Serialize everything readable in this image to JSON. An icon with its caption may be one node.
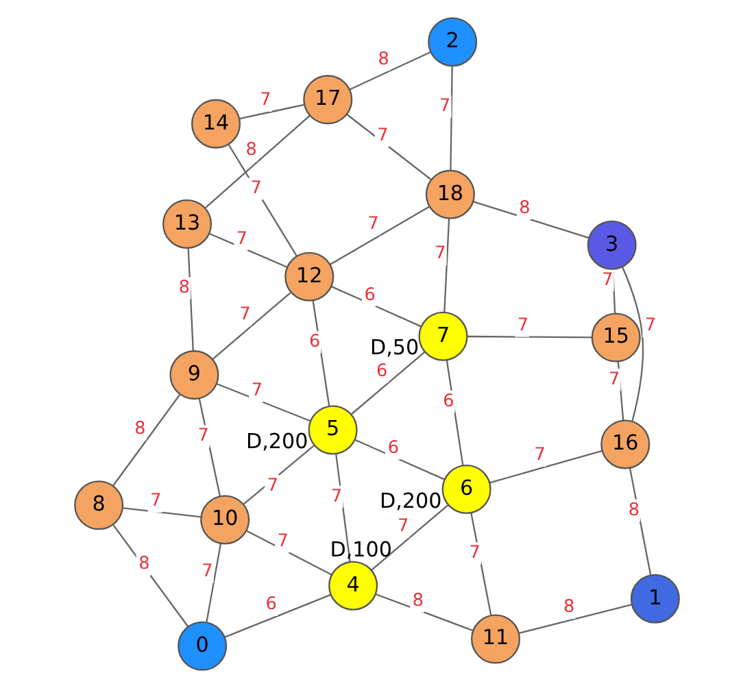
{
  "diagram": {
    "nodes": [
      {
        "text": [
          "0"
        ]
      },
      {
        "text": [
          "1"
        ]
      },
      {
        "text": [
          "2"
        ]
      },
      {
        "text": [
          "3"
        ]
      },
      {
        "text": [
          "4"
        ],
        "beside": [
          "D,100"
        ]
      },
      {
        "text": [
          "5"
        ],
        "beside": [
          "D,200"
        ]
      },
      {
        "text": [
          "6"
        ],
        "beside": [
          "D,200"
        ]
      },
      {
        "text": [
          "7"
        ],
        "beside": [
          "D,50"
        ]
      },
      {
        "text": [
          "8"
        ]
      },
      {
        "text": [
          "9"
        ]
      },
      {
        "text": [
          "10"
        ]
      },
      {
        "text": [
          "11"
        ]
      },
      {
        "text": [
          "12"
        ]
      },
      {
        "text": [
          "13"
        ]
      },
      {
        "text": [
          "14"
        ]
      },
      {
        "text": [
          "15"
        ]
      },
      {
        "text": [
          "16"
        ]
      },
      {
        "text": [
          "17"
        ]
      },
      {
        "text": [
          "18"
        ]
      }
    ],
    "edges": [
      {
        "from": 9,
        "to": 13,
        "arrow": "none",
        "label": "8"
      },
      {
        "from": 13,
        "to": 17,
        "arrow": "none",
        "label": "8"
      },
      {
        "from": 9,
        "to": 8,
        "arrow": "none",
        "label": "8"
      },
      {
        "from": 9,
        "to": 10,
        "arrow": "none",
        "label": "7"
      },
      {
        "from": 9,
        "to": 5,
        "arrow": "none",
        "label": "7"
      },
      {
        "from": 9,
        "to": 12,
        "arrow": "none",
        "label": "7"
      },
      {
        "from": 13,
        "to": 12,
        "arrow": "none",
        "label": "7"
      },
      {
        "from": 17,
        "to": 14,
        "arrow": "none",
        "label": "7"
      },
      {
        "from": 14,
        "to": 12,
        "arrow": "none",
        "label": "7"
      },
      {
        "from": 17,
        "to": 18,
        "arrow": "none",
        "label": "7"
      },
      {
        "from": 17,
        "to": 2,
        "arrow": "none",
        "label": "8"
      },
      {
        "from": 18,
        "to": 2,
        "arrow": "none",
        "label": "7"
      },
      {
        "from": 12,
        "to": 18,
        "arrow": "none",
        "label": "7"
      },
      {
        "from": 12,
        "to": 5,
        "arrow": "none",
        "label": "6"
      },
      {
        "from": 12,
        "to": 7,
        "arrow": "none",
        "label": "6"
      },
      {
        "from": 18,
        "to": 7,
        "arrow": "none",
        "label": "7"
      },
      {
        "from": 18,
        "to": 3,
        "arrow": "none",
        "label": "8"
      },
      {
        "from": 8,
        "to": 0,
        "arrow": "none",
        "label": "8"
      },
      {
        "from": 8,
        "to": 10,
        "arrow": "none",
        "label": "7"
      },
      {
        "from": 0,
        "to": 10,
        "arrow": "none",
        "label": "7"
      },
      {
        "from": 10,
        "to": 5,
        "arrow": "none",
        "label": "7"
      },
      {
        "from": 0,
        "to": 4,
        "arrow": "none",
        "label": "6"
      },
      {
        "from": 10,
        "to": 4,
        "arrow": "none",
        "label": "7"
      },
      {
        "from": 5,
        "to": 4,
        "arrow": "none",
        "label": "7"
      },
      {
        "from": 5,
        "to": 7,
        "arrow": "none",
        "label": "6"
      },
      {
        "from": 5,
        "to": 6,
        "arrow": "none",
        "label": "6"
      },
      {
        "from": 4,
        "to": 6,
        "arrow": "none",
        "label": "7"
      },
      {
        "from": 4,
        "to": 11,
        "arrow": "none",
        "label": "8"
      },
      {
        "from": 7,
        "to": 6,
        "arrow": "none",
        "label": "6"
      },
      {
        "from": 7,
        "to": 15,
        "arrow": "none",
        "label": "7"
      },
      {
        "from": 15,
        "to": 3,
        "arrow": "none",
        "label": "7"
      },
      {
        "from": 15,
        "to": 16,
        "arrow": "none",
        "label": "7"
      },
      {
        "from": 16,
        "to": 3,
        "arrow": "none",
        "label": "7"
      },
      {
        "from": 6,
        "to": 16,
        "arrow": "none",
        "label": "7"
      },
      {
        "from": 6,
        "to": 11,
        "arrow": "none",
        "label": "7"
      },
      {
        "from": 11,
        "to": 1,
        "arrow": "none",
        "label": "8"
      },
      {
        "from": 16,
        "to": 1,
        "arrow": "none",
        "label": "8"
      }
    ]
  }
}
